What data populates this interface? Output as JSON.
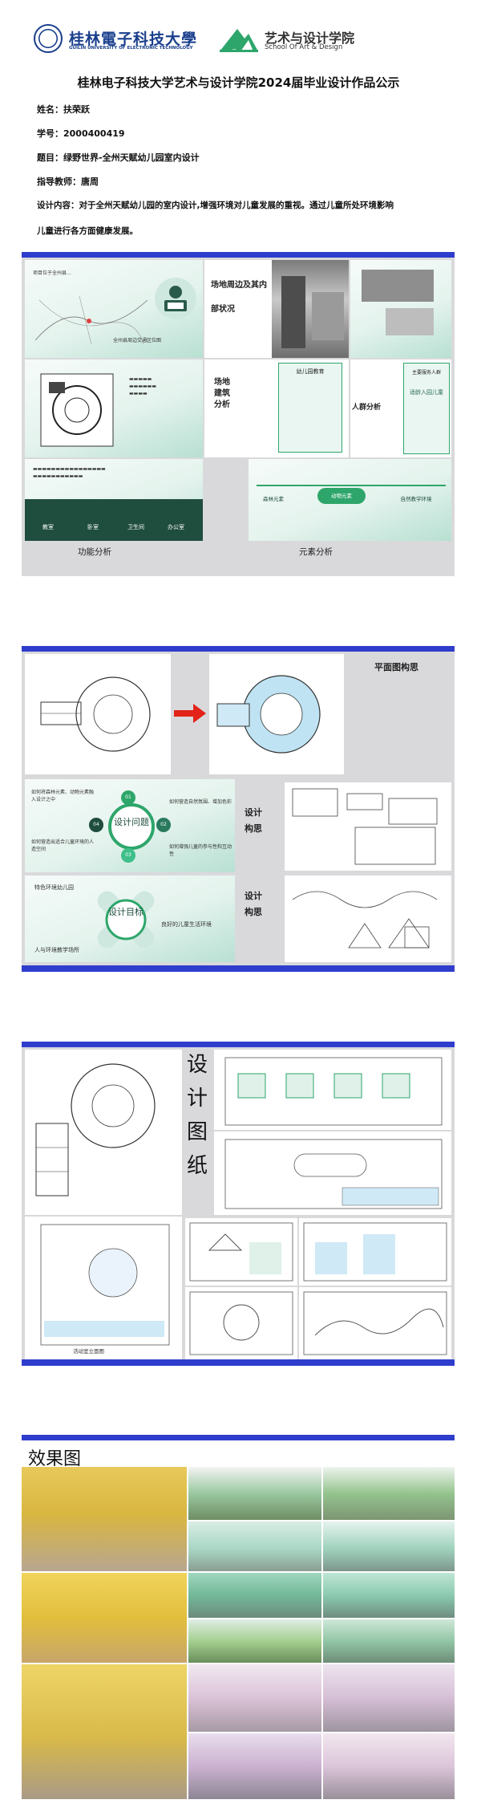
{
  "header": {
    "university_cn": "桂林電子科技大學",
    "university_en": "GUILIN UNIVERSITY OF ELECTRONIC TECHNOLOGY",
    "school_cn": "艺术与设计学院",
    "school_en": "School Of Art & Design"
  },
  "title": "桂林电子科技大学艺术与设计学院2024届毕业设计作品公示",
  "info": {
    "name_label": "姓名：",
    "name": "扶荣跃",
    "id_label": "学号：",
    "id": "2000400419",
    "topic_label": "题目：",
    "topic": "绿野世界-全州天赋幼儿园室内设计",
    "advisor_label": "指导教师：",
    "advisor": "唐周",
    "content_label": "设计内容：",
    "content_line1": "对于全州天赋幼儿园的室内设计,增强环境对儿童发展的重视。通过儿童所处环境影响",
    "content_line2": "儿童进行各方面健康发展。"
  },
  "panel1": {
    "site_label_a": "场地周边及其内",
    "site_label_b": "部状况",
    "building_label": [
      "场",
      "地",
      "建",
      "筑",
      "分",
      "析"
    ],
    "crowd_label": "人群分析",
    "crowd_card_title": "主要服务人群",
    "crowd_card_sub": "适龄入园儿童",
    "edu_card_title": "幼儿园教育",
    "function_caption": "功能分析",
    "element_caption": "元素分析",
    "function_tabs": [
      "教室",
      "卧室",
      "卫生间",
      "办公室"
    ],
    "element_nodes": [
      "森林元素",
      "动物元素",
      "自然教学环境"
    ],
    "site_note": "项目位于全州县…",
    "traffic_note": "全州县周边交通区位图"
  },
  "panel2": {
    "plan_concept": "平面图构思",
    "design_concept_1": "设计",
    "design_concept_2": "构思",
    "design_concept_3": "设计",
    "design_concept_4": "构思",
    "problem_center": "设计问题",
    "goal_center": "设计目标",
    "problem_items": [
      "01",
      "02",
      "03",
      "04"
    ],
    "problem_q1": "如何将森林元素、动物元素融入设计之中",
    "problem_q2": "如何营造自然氛围、增加色彩",
    "problem_q3": "如何增强儿童的参与性和互动性",
    "problem_q4": "如何营造出适合儿童环境的人造空间",
    "goal_1": "特色环境幼儿园",
    "goal_2": "人与环境教学场所",
    "goal_3": "良好的儿童生活环境"
  },
  "panel3": {
    "drawing_vertical": [
      "设",
      "计",
      "图",
      "纸"
    ],
    "plan_caption": "活动室立面图"
  },
  "panel4": {
    "render_title": "效果图"
  }
}
